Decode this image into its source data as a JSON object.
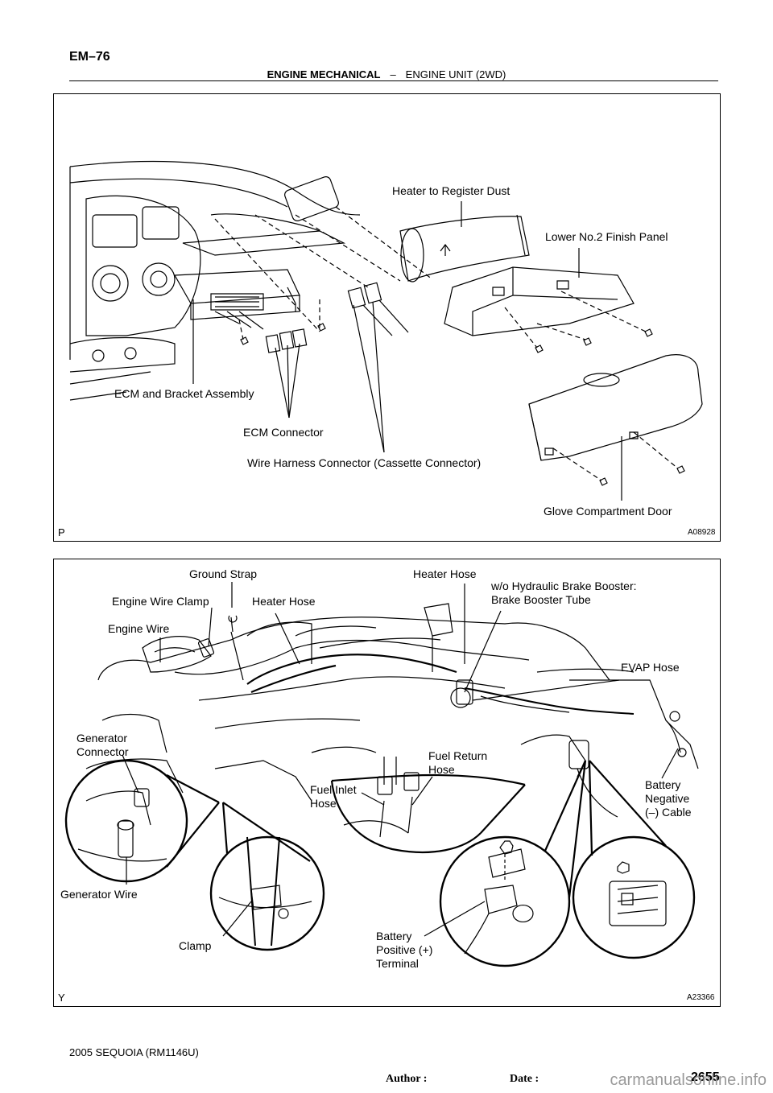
{
  "header": {
    "page_code": "EM–76",
    "section": "ENGINE MECHANICAL",
    "separator": "–",
    "subsection": "ENGINE UNIT (2WD)"
  },
  "figure1": {
    "corner_letter": "P",
    "figure_id": "A08928",
    "labels": {
      "heater_duct": "Heater to Register Dust",
      "lower_panel": "Lower No.2 Finish Panel",
      "ecm_bracket": "ECM and Bracket Assembly",
      "ecm_connector": "ECM Connector",
      "wire_harness": "Wire Harness Connector (Cassette Connector)",
      "glove_door": "Glove Compartment Door"
    }
  },
  "figure2": {
    "corner_letter": "Y",
    "figure_id": "A23366",
    "labels": {
      "ground_strap": "Ground Strap",
      "heater_hose_right": "Heater Hose",
      "brake_booster": "w/o Hydraulic Brake Booster:\nBrake Booster Tube",
      "engine_wire_clamp": "Engine Wire Clamp",
      "heater_hose_left": "Heater Hose",
      "engine_wire": "Engine Wire",
      "evap_hose": "EVAP Hose",
      "generator_connector": "Generator\nConnector",
      "fuel_return": "Fuel Return\nHose",
      "fuel_inlet": "Fuel Inlet\nHose",
      "battery_negative": "Battery\nNegative\n(–) Cable",
      "generator_wire": "Generator Wire",
      "clamp": "Clamp",
      "battery_positive": "Battery\nPositive (+)\nTerminal"
    }
  },
  "footer": {
    "model": "2005 SEQUOIA   (RM1146U)",
    "author_label": "Author :",
    "date_label": "Date :",
    "page_number": "2655",
    "watermark": "carmanualsonline.info"
  }
}
